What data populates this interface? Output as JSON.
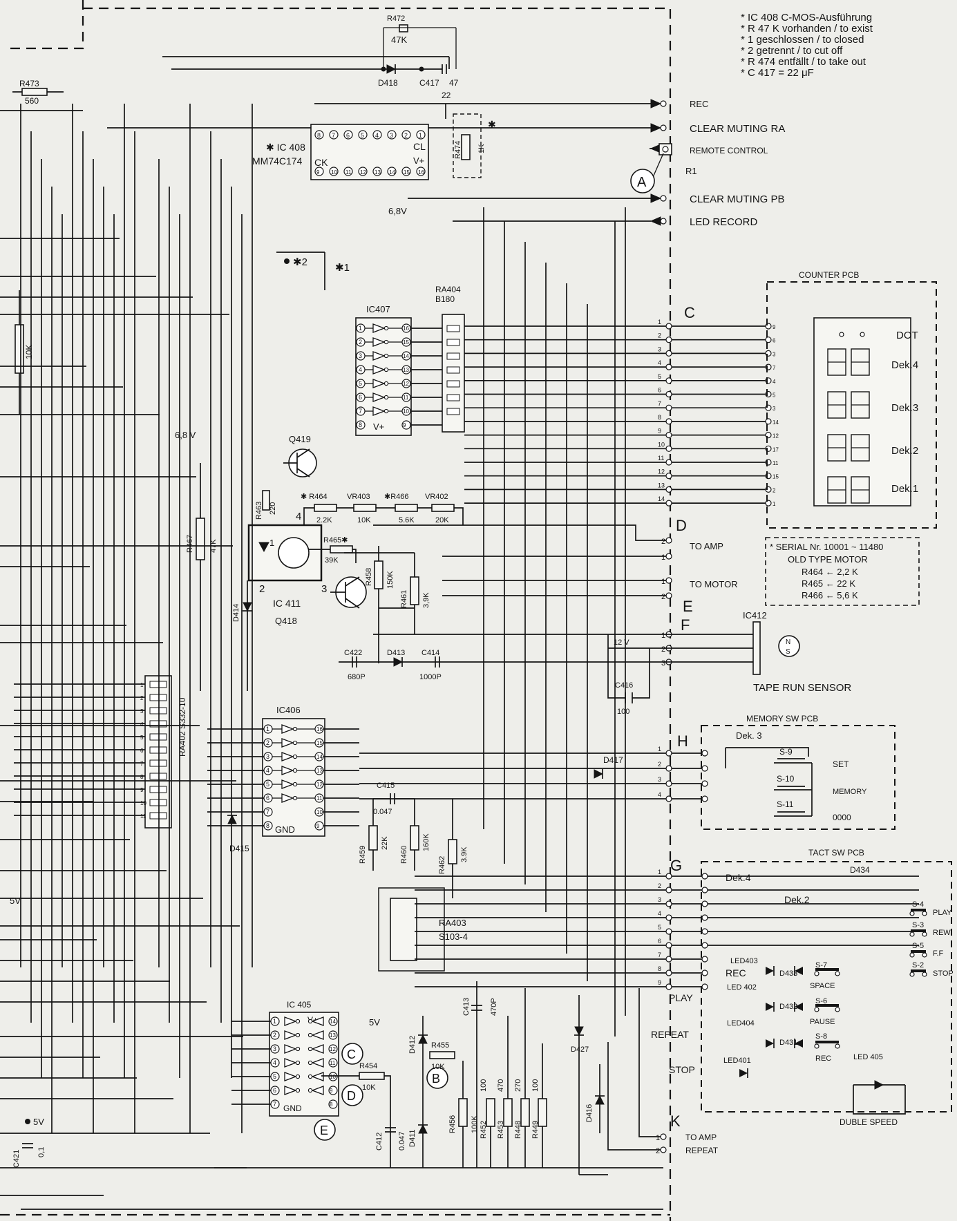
{
  "notes": [
    "* IC 408 C-MOS-Ausführung",
    "* R 47 K vorhanden / to exist",
    "* 1 geschlossen / to closed",
    "* 2 getrennt / to cut off",
    "* R 474 entfällt / to take out",
    "* C 417 = 22 μF"
  ],
  "signals": {
    "rec": "REC",
    "clear_muting_ra": "CLEAR MUTING RA",
    "remote_control": "REMOTE CONTROL",
    "r1": "R1",
    "clear_muting_pb": "CLEAR MUTING PB",
    "led_record": "LED RECORD",
    "to_amp": "TO AMP",
    "to_motor": "TO MOTOR",
    "tape_run_sensor": "TAPE RUN SENSOR",
    "to_amp_k": "TO AMP",
    "repeat": "REPEAT"
  },
  "connectors": {
    "a": "A",
    "b": "B",
    "c": "C",
    "d": "D",
    "e": "E",
    "f": "F",
    "g": "G",
    "h": "H",
    "k": "K",
    "sensor_n": "N",
    "sensor_s": "S"
  },
  "counter_pcb": {
    "title": "COUNTER PCB",
    "dot": "DOT",
    "dek4": "Dek.4",
    "dek3": "Dek.3",
    "dek2": "Dek.2",
    "dek1": "Dek.1"
  },
  "serial_box": {
    "line1": "* SERIAL Nr. 10001 ~ 11480",
    "line2": "OLD TYPE MOTOR",
    "line3": "R464 ← 2,2 K",
    "line4": "R465 ← 22 K",
    "line5": "R466 ← 5,6 K"
  },
  "memory_pcb": {
    "title": "MEMORY SW PCB",
    "dek": "Dek. 3",
    "s9": "S-9",
    "s10": "S-10",
    "s11": "S-11",
    "set": "SET",
    "memory": "MEMORY",
    "zero": "0000"
  },
  "tact_pcb": {
    "title": "TACT SW PCB",
    "dek4": "Dek.4",
    "dek2": "Dek.2",
    "d434": "D434",
    "s4": "S-4",
    "s3": "S-3",
    "s5": "S-5",
    "s2": "S-2",
    "play_out": "PLAY",
    "rew": "REW",
    "ff": "F.F",
    "stop_out": "STOP",
    "led403": "LED403",
    "led402": "LED 402",
    "led404": "LED404",
    "led401": "LED401",
    "led405": "LED 405",
    "d433": "D433",
    "d432": "D432",
    "d431": "D431",
    "s7": "S-7",
    "s6": "S-6",
    "s8": "S-8",
    "space": "SPACE",
    "pause": "PAUSE",
    "rec_sw": "REC",
    "rec": "REC",
    "play": "PLAY",
    "repeat": "REPEAT",
    "stop": "STOP",
    "duble": "DUBLE SPEED"
  },
  "ics": {
    "ic408_star": "✱ IC 408",
    "ic408_name": "MM74C174",
    "ck": "CK",
    "cl": "CL",
    "vplus": "V+",
    "ic407": "IC407",
    "ic407_vplus": "V+",
    "ic406": "IC406",
    "ic406_gnd": "GND",
    "ic405": "IC 405",
    "ic405_vplus": "V+",
    "ic405_gnd": "GND",
    "ic411": "IC 411",
    "ic412": "IC412"
  },
  "components": {
    "r472": "R472",
    "r472_val": "47K",
    "d418": "D418",
    "c417": "C417",
    "c417_val": "47",
    "r473": "R473",
    "r473_val": "560",
    "r474": "R474",
    "r474_val": "1K",
    "n22": "22",
    "v68": "6,8V",
    "ra404": "RA404",
    "ra404_val": "B180",
    "star1": "✱1",
    "star2": "✱2",
    "r10k": "10K",
    "v68b": "6,8 V",
    "q419": "Q419",
    "r463": "R463",
    "r463_val": "220",
    "r464": "✱ R464",
    "r464_val": "2.2K",
    "vr403": "VR403",
    "vr403_val": "10K",
    "r466": "✱R466",
    "r466_val": "5.6K",
    "vr402": "VR402",
    "vr402_val": "20K",
    "r465": "R465✱",
    "r465_val": "39K",
    "pin1": "1",
    "pin2": "2",
    "pin3": "3",
    "pin4": "4",
    "r467": "R467",
    "r467_val": "47K",
    "d414": "D414",
    "q418": "Q418",
    "r458": "R458",
    "r458_val": "150K",
    "r461": "R461",
    "r461_val": "3,9K",
    "c422": "C422",
    "c422_val": "680P",
    "d413": "D413",
    "c414": "C414",
    "c414_val": "1000P",
    "v12": "12 V",
    "c416": "C416",
    "c416_val": "100",
    "ra402": "RA402  S332-10",
    "d415": "D415",
    "d417": "D417",
    "c415": "C415",
    "c415_val": "0.047",
    "r459": "R459",
    "r459_val": "22K",
    "r460": "R460",
    "r460_val": "160K",
    "r462": "R462",
    "r462_val": "3.9K",
    "ra403": "RA403",
    "ra403_val": "S103-4",
    "v5a": "5V",
    "v5b": "5V",
    "v5c": "5V",
    "c413": "C413",
    "c413_val": "470P",
    "d412": "D412",
    "r455": "R455",
    "r455_val": "10K",
    "r454": "R454",
    "r454_val": "10K",
    "d427": "D427",
    "c412": "C412",
    "c412_val": "0.047",
    "d411": "D411",
    "r456": "R456",
    "r456_val": "100K",
    "r452": "R452",
    "r452_val": "100",
    "r453": "R453",
    "r453_val": "470",
    "r448": "R448",
    "r448_val": "270",
    "r449": "R449",
    "r449_val": "100",
    "d416": "D416",
    "c421": "C421",
    "c421_val": "0,1"
  },
  "colors": {
    "ink": "#151515",
    "paper": "#eeeeea"
  }
}
